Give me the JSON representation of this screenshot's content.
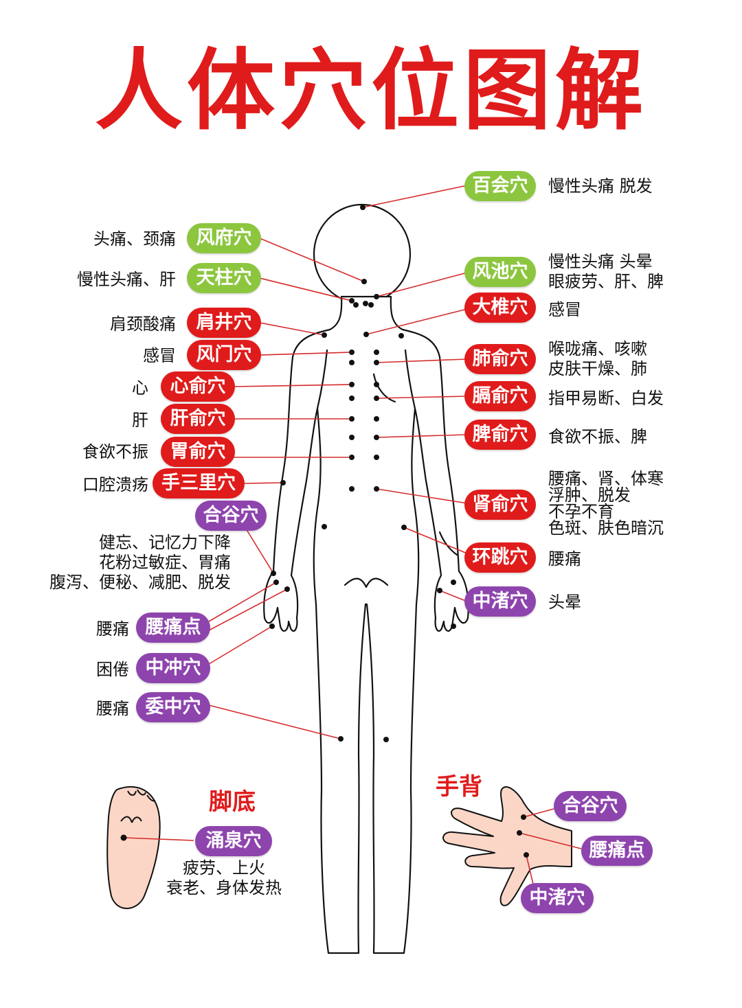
{
  "title": "人体穴位图解",
  "right_points": [
    {
      "name": "百会穴",
      "lines": [
        "慢性头痛 脱发"
      ]
    },
    {
      "name": "风池穴",
      "lines": [
        "慢性头痛 头晕",
        "眼疲劳、肝、脾"
      ]
    },
    {
      "name": "大椎穴",
      "lines": [
        "感冒"
      ]
    },
    {
      "name": "肺俞穴",
      "lines": [
        "喉咙痛、咳嗽",
        "皮肤干燥、肺"
      ]
    },
    {
      "name": "膈俞穴",
      "lines": [
        "指甲易断、白发"
      ]
    },
    {
      "name": "脾俞穴",
      "lines": [
        "食欲不振、脾"
      ]
    },
    {
      "name": "肾俞穴",
      "lines": [
        "腰痛、肾、体寒",
        "浮肿、脱发",
        "不孕不育",
        "色斑、肤色暗沉"
      ]
    },
    {
      "name": "环跳穴",
      "lines": [
        "腰痛"
      ]
    },
    {
      "name": "中渚穴",
      "lines": [
        "头晕"
      ]
    }
  ],
  "left_points": [
    {
      "name": "风府穴",
      "lines": [
        "头痛、颈痛"
      ]
    },
    {
      "name": "天柱穴",
      "lines": [
        "慢性头痛、肝"
      ]
    },
    {
      "name": "肩井穴",
      "lines": [
        "肩颈酸痛"
      ]
    },
    {
      "name": "风门穴",
      "lines": [
        "感冒"
      ]
    },
    {
      "name": "心俞穴",
      "lines": [
        "心"
      ]
    },
    {
      "name": "肝俞穴",
      "lines": [
        "肝"
      ]
    },
    {
      "name": "胃俞穴",
      "lines": [
        "食欲不振"
      ]
    },
    {
      "name": "手三里穴",
      "lines": [
        "口腔溃疡"
      ]
    },
    {
      "name": "合谷穴",
      "lines": [
        "健忘、记忆力下降",
        "花粉过敏症、胃痛",
        "腹泻、便秘、减肥、脱发"
      ]
    },
    {
      "name": "腰痛点",
      "lines": [
        "腰痛"
      ]
    },
    {
      "name": "中冲穴",
      "lines": [
        "困倦"
      ]
    },
    {
      "name": "委中穴",
      "lines": [
        "腰痛"
      ]
    }
  ],
  "foot": {
    "caption": "脚底",
    "name": "涌泉穴",
    "lines": [
      "疲劳、上火",
      "衰老、身体发热"
    ]
  },
  "hand": {
    "caption": "手背",
    "points": [
      "合谷穴",
      "腰痛点",
      "中渚穴"
    ]
  },
  "colors": {
    "title": "#e01b1b",
    "green": "#8cc63f",
    "red": "#e01b1b",
    "purple": "#8e44ad",
    "skin": "#fbd6c6"
  }
}
